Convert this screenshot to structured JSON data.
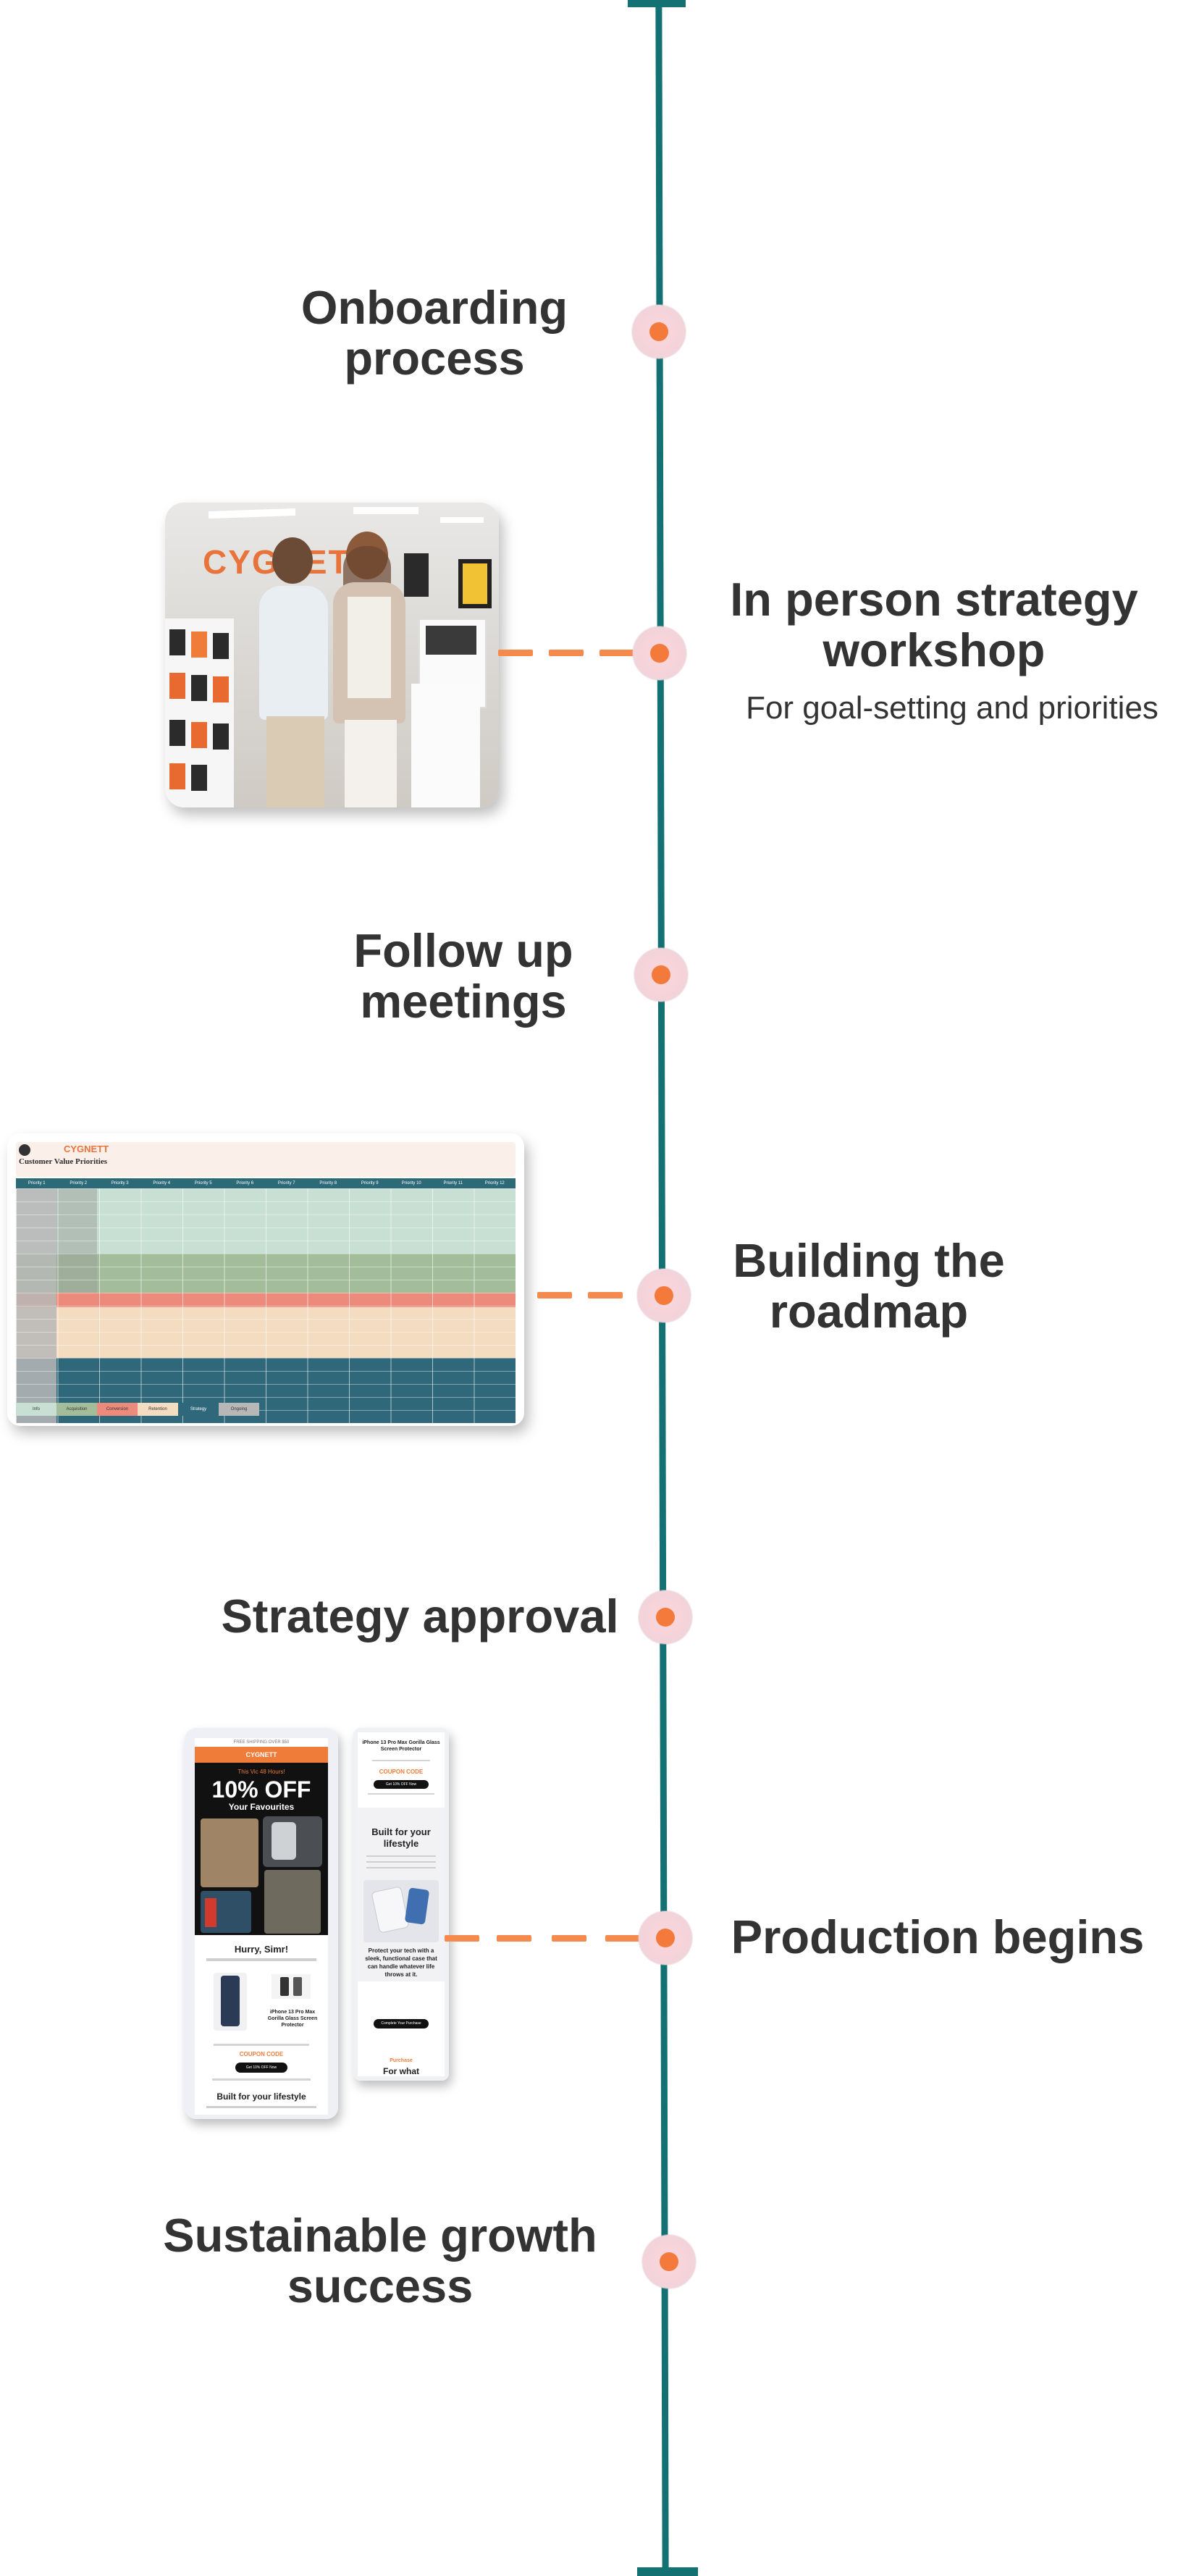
{
  "timeline": {
    "line_color": "#137073",
    "node_color": "#f47a3b",
    "connector_color": "#f48a4d",
    "steps": [
      {
        "title_line1": "Onboarding",
        "title_line2": "process"
      },
      {
        "title_line1": "In person strategy",
        "title_line2": "workshop",
        "subtitle": "For goal-setting and priorities"
      },
      {
        "title_line1": "Follow up",
        "title_line2": "meetings"
      },
      {
        "title_line1": "Building the",
        "title_line2": "roadmap"
      },
      {
        "title_line1": "Strategy approval"
      },
      {
        "title_line1": "Production begins"
      },
      {
        "title_line1": "Sustainable growth",
        "title_line2": "success"
      }
    ]
  },
  "photo": {
    "sign_text": "CYGNETT"
  },
  "roadmap_doc": {
    "brand": "CYGNETT",
    "title": "Customer Value Priorities",
    "headers": [
      "Priority 1",
      "Priority 2",
      "Priority 3",
      "Priority 4",
      "Priority 5",
      "Priority 6",
      "Priority 7",
      "Priority 8",
      "Priority 9",
      "Priority 10",
      "Priority 11",
      "Priority 12"
    ],
    "legend": [
      "Info",
      "Acquisition",
      "Conversion",
      "Retention",
      "Strategy",
      "Ongoing"
    ]
  },
  "email_left": {
    "top_bar": "FREE SHIPPING OVER $50",
    "brand": "CYGNETT",
    "offer_small": "This Vic 48 Hours!",
    "offer_big": "10% OFF",
    "offer_sub": "Your Favourites",
    "hurry": "Hurry, Simr!",
    "product": "iPhone 13 Pro Max Gorilla Glass Screen Protector",
    "coupon": "COUPON CODE",
    "cta": "Get 10% OFF Now",
    "footer_title": "Built for your lifestyle"
  },
  "email_right": {
    "product": "iPhone 13 Pro Max Gorilla Glass Screen Protector",
    "coupon": "COUPON CODE",
    "cta": "Get 10% OFF Now",
    "heading": "Built for your lifestyle",
    "body": "Protect your tech with a sleek, functional case that can handle whatever life throws at it.",
    "button": "Complete Your Purchase",
    "footer_small": "Purchase",
    "footer_big": "For what"
  }
}
